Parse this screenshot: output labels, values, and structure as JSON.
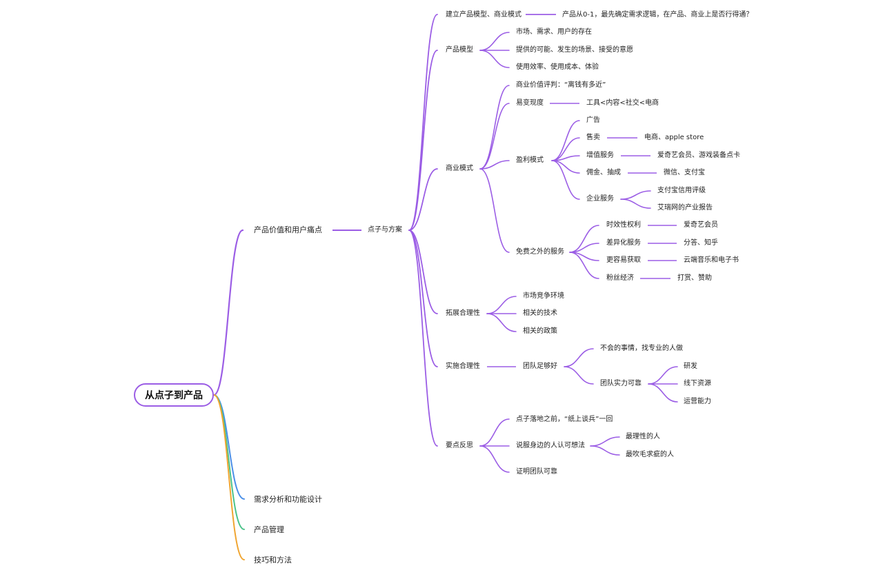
{
  "colors": {
    "purple": "#9b5de5",
    "blue": "#4a8fe7",
    "green": "#4cc38a",
    "orange": "#f0a531"
  },
  "root": "从点子到产品",
  "branches": {
    "value": "产品价值和用户痛点",
    "demand": "需求分析和功能设计",
    "manage": "产品管理",
    "skills": "技巧和方法"
  },
  "idea": {
    "label": "点子与方案",
    "build": {
      "label": "建立产品模型、商业模式",
      "child": "产品从0-1，最先确定需求逻辑，在产品、商业上是否行得通？"
    },
    "product_model": {
      "label": "产品模型",
      "items": [
        "市场、需求、用户的存在",
        "提供的可能、发生的场景、接受的意愿",
        "使用效率、使用成本、体验"
      ]
    },
    "business": {
      "label": "商业模式",
      "eval": "商业价值评判：“离钱有多近”",
      "easy": {
        "label": "易变现度",
        "child": "工具<内容<社交<电商"
      },
      "profit": {
        "label": "盈利模式",
        "ad": "广告",
        "sell": {
          "label": "售卖",
          "child": "电商、apple store"
        },
        "vas": {
          "label": "增值服务",
          "child": "爱奇艺会员、游戏装备点卡"
        },
        "commission": {
          "label": "佣金、抽成",
          "child": "微信、支付宝"
        },
        "enterprise": {
          "label": "企业服务",
          "items": [
            "支付宝信用评级",
            "艾瑞网的产业报告"
          ]
        }
      },
      "free": {
        "label": "免费之外的服务",
        "timely": {
          "label": "时效性权利",
          "child": "爱奇艺会员"
        },
        "diff": {
          "label": "差异化服务",
          "child": "分答、知乎"
        },
        "easier": {
          "label": "更容易获取",
          "child": "云端音乐和电子书"
        },
        "fans": {
          "label": "粉丝经济",
          "child": "打赏、赞助"
        }
      }
    },
    "expand": {
      "label": "拓展合理性",
      "items": [
        "市场竞争环境",
        "相关的技术",
        "相关的政策"
      ]
    },
    "implement": {
      "label": "实施合理性",
      "team": {
        "label": "团队足够好",
        "pro": "不会的事情，找专业的人做",
        "reliable": {
          "label": "团队实力可靠",
          "items": [
            "研发",
            "线下资源",
            "运营能力"
          ]
        }
      }
    },
    "reflect": {
      "label": "要点反思",
      "paper": "点子落地之前，“纸上谈兵”一回",
      "persuade": {
        "label": "说服身边的人认可想法",
        "items": [
          "最理性的人",
          "最吹毛求疵的人"
        ]
      },
      "prove": "证明团队可靠"
    }
  }
}
